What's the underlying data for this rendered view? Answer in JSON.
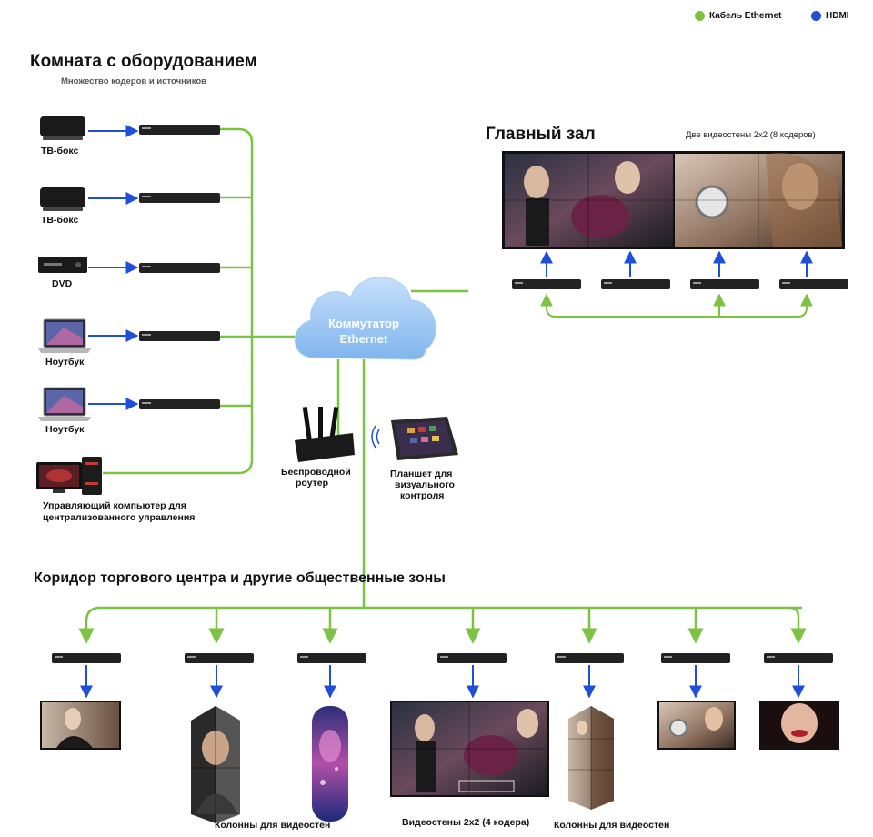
{
  "legend": {
    "ethernet_label": "Кабель Ethernet",
    "hdmi_label": "HDMI",
    "ethernet_color": "#7dc242",
    "hdmi_color": "#1f4fd8"
  },
  "equipment_room": {
    "title": "Комната с оборудованием",
    "subtitle": "Множество кодеров и источников",
    "sources": [
      {
        "label": "ТВ-бокс",
        "icon": "tv-box-icon"
      },
      {
        "label": "ТВ-бокс",
        "icon": "tv-box-icon"
      },
      {
        "label": "DVD",
        "icon": "dvd-player-icon"
      },
      {
        "label": "Ноутбук",
        "icon": "laptop-icon"
      },
      {
        "label": "Ноутбук",
        "icon": "laptop-icon"
      }
    ],
    "control_pc": {
      "line1": "Управляющий компьютер для",
      "line2": "централизованного управления",
      "icon": "desktop-computer-icon"
    }
  },
  "switch": {
    "line1": "Коммутатор",
    "line2": "Ethernet",
    "icon": "cloud-icon"
  },
  "router": {
    "line1": "Беспроводной",
    "line2": "роутер",
    "icon": "wifi-router-icon"
  },
  "tablet": {
    "line1": "Планшет для",
    "line2": "визуального",
    "line3": "контроля",
    "icon": "tablet-icon"
  },
  "main_hall": {
    "title": "Главный зал",
    "subtitle": "Две видеостены 2x2 (8 кодеров)"
  },
  "corridor": {
    "title": "Коридор торгового центра и другие общественные зоны",
    "labels": {
      "columns_1": "Колонны для видеостен",
      "walls": "Видеостены 2x2 (4 кодера)",
      "columns_2": "Колонны для видеостен"
    }
  }
}
